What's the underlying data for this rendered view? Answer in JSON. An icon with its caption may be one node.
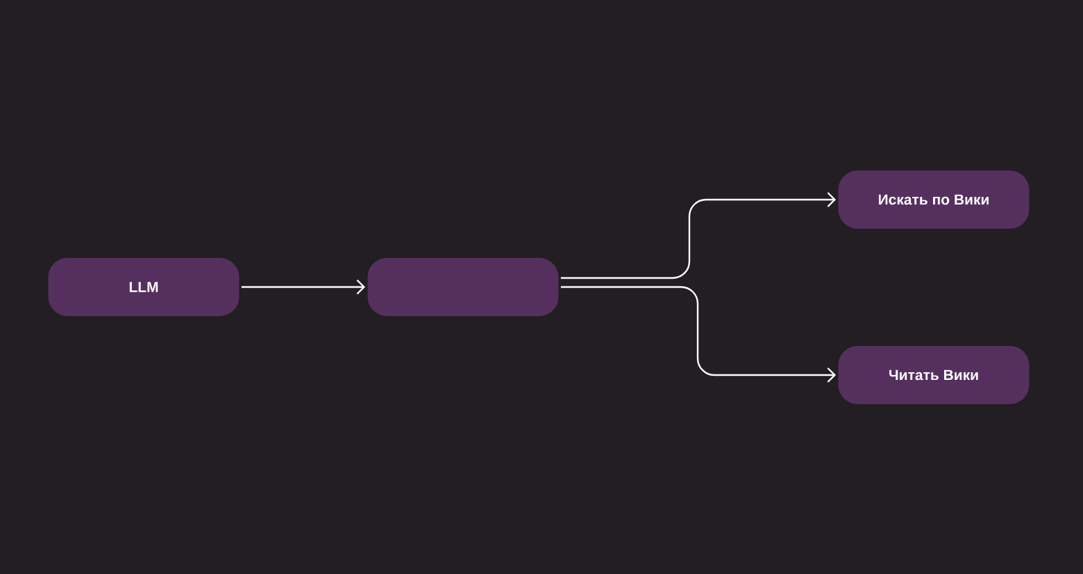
{
  "diagram": {
    "nodes": [
      {
        "text": [
          "LLM"
        ]
      },
      {
        "text": [],
        "shape": "box"
      },
      {
        "text": [
          "Искать по Вики"
        ]
      },
      {
        "text": [
          "Читать Вики"
        ]
      }
    ],
    "edges": [
      {
        "from": 0,
        "to": 1,
        "arrow": "to"
      },
      {
        "from": 1,
        "to": 2,
        "arrow": "to"
      },
      {
        "from": 1,
        "to": 3,
        "arrow": "to"
      }
    ]
  }
}
